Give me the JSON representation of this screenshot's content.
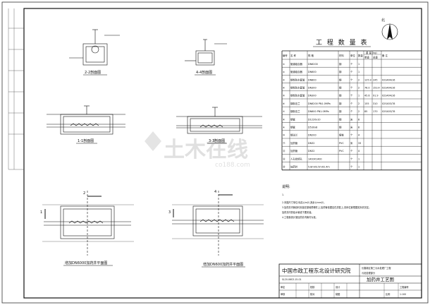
{
  "north_label": "北",
  "table": {
    "title": "工 程 数 量 表",
    "header_group": "重 量 (kg)",
    "headers": [
      "编号",
      "名 称",
      "规 格",
      "材料",
      "单位",
      "数量",
      "单重",
      "总重",
      "备 注"
    ],
    "rows": [
      [
        "①",
        "管道组合器",
        "DN6200",
        "钢",
        "个",
        "1",
        "",
        "",
        ""
      ],
      [
        "②",
        "管道组合器",
        "DN600",
        "钢",
        "个",
        "1",
        "",
        "",
        ""
      ],
      [
        "③",
        "钢性防水套管",
        "DN800",
        "钢",
        "个",
        "2",
        "125.9",
        "245",
        "02S404/16"
      ],
      [
        "④",
        "钢性防水套管",
        "DN300",
        "钢",
        "个",
        "2",
        "76.0",
        "153.4",
        "02S404/16"
      ],
      [
        "⑤",
        "钢性防水套管",
        "DN300",
        "钢",
        "个",
        "1",
        "45.6",
        "91.9",
        "02S404/16"
      ],
      [
        "⑥",
        "钢制法兰",
        "DN6200 PN1.0MPa",
        "钢",
        "个",
        "2",
        "155",
        "310",
        "02S403/78"
      ],
      [
        "⑦",
        "钢制法兰",
        "DN600 PN1.0MPa",
        "钢",
        "个",
        "2",
        "85",
        "170",
        "02S403/78"
      ],
      [
        "⑧",
        "钢管",
        "D1220x10",
        "钢",
        "米",
        "8",
        "",
        "",
        ""
      ],
      [
        "⑨",
        "钢管",
        "D530x8",
        "钢",
        "米",
        "8",
        "",
        "",
        ""
      ],
      [
        "⑩",
        "钢法兰",
        "DN200",
        "铸铁",
        "个",
        "4",
        "",
        "",
        ""
      ],
      [
        "⑪",
        "加药管",
        "DN32",
        "PVC",
        "米",
        "33",
        "",
        "",
        ""
      ],
      [
        "⑫",
        "加药管",
        "DN32",
        "PVC",
        "个",
        "4",
        "",
        "",
        ""
      ],
      [
        "⑬",
        "人孔检修孔",
        "1400X1400",
        "",
        "个",
        "1",
        "",
        "",
        ""
      ],
      [
        "⑭",
        "加药井",
        "5.8mX3.5mX2.4m",
        "",
        "个",
        "1",
        "",
        "",
        ""
      ]
    ]
  },
  "notes": {
    "heading": "说明:",
    "lines": [
      "1.",
      "2.本图尺寸单位:标高以m计,其余以mm计。",
      "3.加药井内管线均安装在基础预埋件上,加药管依据应在井壁上,具体位置根据实际情况定。",
      "  加药井内的给水管道下要安装。",
      "4.工程量统计施加药井内管件为准。"
    ]
  },
  "view_titles": {
    "s22": "2-2剖面图",
    "s44": "4-4剖面图",
    "s11": "1-1剖面图",
    "s33": "3-3剖面图",
    "plan1": "增加DN6000加药井平面图",
    "plan2": "增加DN600加药井平面图"
  },
  "section_markers": [
    "1",
    "2",
    "3",
    "4"
  ],
  "title_block": {
    "company": "中国市政工程东北设计研究院",
    "project": "长春新区第三污水处理厂工程",
    "sub_project": "污泥处理部分",
    "drawing_name": "加药井工艺图",
    "rows": [
      [
        "审定",
        "",
        "校核",
        "",
        "设计",
        "",
        "",
        "工程编号"
      ],
      [
        "审核",
        "",
        "核对",
        "",
        "制图",
        "",
        "比例",
        "1:100"
      ]
    ],
    "drawing_no": "SL20-06S3-15-01"
  },
  "watermark": "土木在线",
  "watermark_sub": "co188.com"
}
